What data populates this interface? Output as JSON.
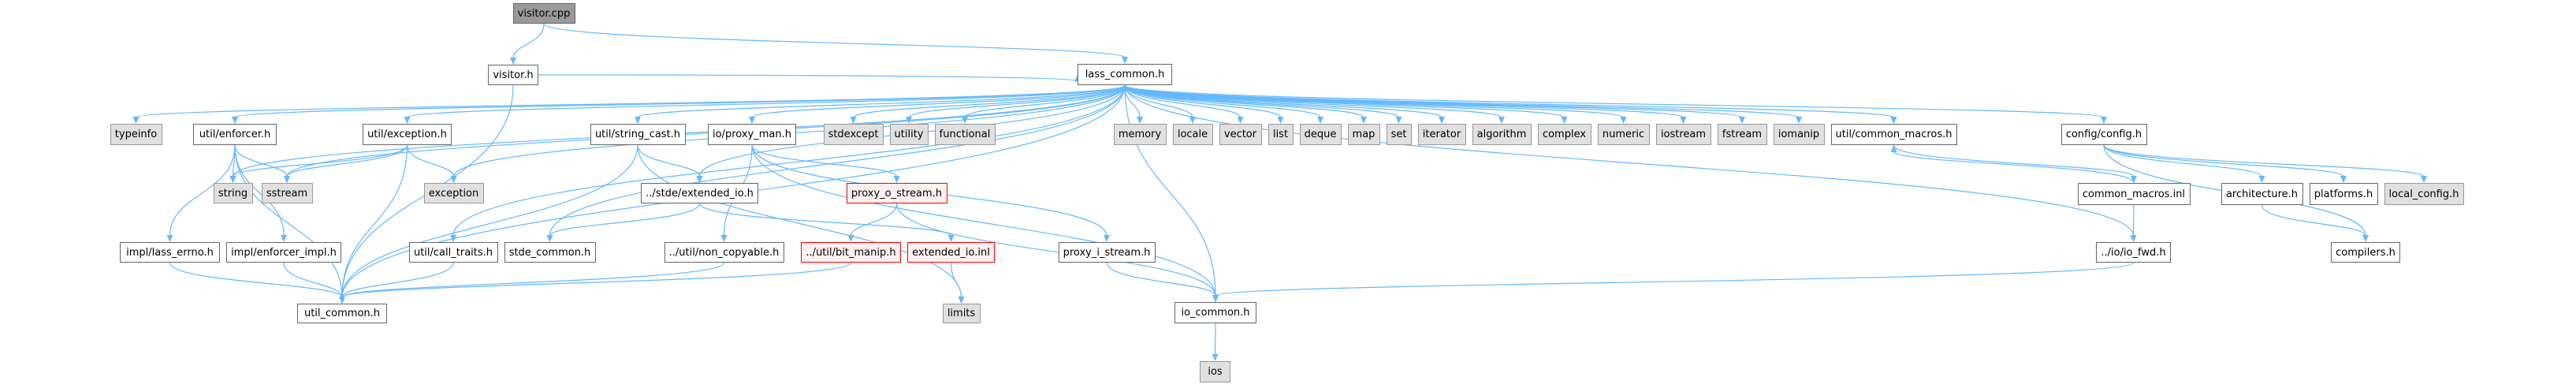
{
  "title": "visitor.cpp include dependency graph",
  "colors": {
    "edge": "#63b8ff",
    "root_fill": "#999999",
    "system_fill": "#e0e0e0",
    "truncated_border": "#ff0000",
    "truncated_fill": "#fff0f0"
  },
  "nodes": {
    "visitor_cpp": {
      "label": "visitor.cpp",
      "kind": "root"
    },
    "visitor_h": {
      "label": "visitor.h",
      "kind": "file"
    },
    "lass_common_h": {
      "label": "lass_common.h",
      "kind": "file"
    },
    "typeinfo": {
      "label": "typeinfo",
      "kind": "system"
    },
    "util_enforcer_h": {
      "label": "util/enforcer.h",
      "kind": "file"
    },
    "util_exception_h": {
      "label": "util/exception.h",
      "kind": "file"
    },
    "util_string_cast_h": {
      "label": "util/string_cast.h",
      "kind": "file"
    },
    "io_proxy_man_h": {
      "label": "io/proxy_man.h",
      "kind": "file"
    },
    "stdexcept": {
      "label": "stdexcept",
      "kind": "system"
    },
    "utility": {
      "label": "utility",
      "kind": "system"
    },
    "functional": {
      "label": "functional",
      "kind": "system"
    },
    "memory": {
      "label": "memory",
      "kind": "system"
    },
    "locale": {
      "label": "locale",
      "kind": "system"
    },
    "vector": {
      "label": "vector",
      "kind": "system"
    },
    "list": {
      "label": "list",
      "kind": "system"
    },
    "deque": {
      "label": "deque",
      "kind": "system"
    },
    "map": {
      "label": "map",
      "kind": "system"
    },
    "set": {
      "label": "set",
      "kind": "system"
    },
    "iterator": {
      "label": "iterator",
      "kind": "system"
    },
    "algorithm": {
      "label": "algorithm",
      "kind": "system"
    },
    "complex": {
      "label": "complex",
      "kind": "system"
    },
    "numeric": {
      "label": "numeric",
      "kind": "system"
    },
    "iostream": {
      "label": "iostream",
      "kind": "system"
    },
    "fstream": {
      "label": "fstream",
      "kind": "system"
    },
    "iomanip": {
      "label": "iomanip",
      "kind": "system"
    },
    "util_common_macros_h": {
      "label": "util/common_macros.h",
      "kind": "file"
    },
    "config_config_h": {
      "label": "config/config.h",
      "kind": "file"
    },
    "string": {
      "label": "string",
      "kind": "system"
    },
    "sstream": {
      "label": "sstream",
      "kind": "system"
    },
    "exception": {
      "label": "exception",
      "kind": "system"
    },
    "stde_extended_io_h": {
      "label": "../stde/extended_io.h",
      "kind": "file"
    },
    "proxy_o_stream_h": {
      "label": "proxy_o_stream.h",
      "kind": "truncated"
    },
    "common_macros_inl": {
      "label": "common_macros.inl",
      "kind": "file"
    },
    "architecture_h": {
      "label": "architecture.h",
      "kind": "file"
    },
    "platforms_h": {
      "label": "platforms.h",
      "kind": "file"
    },
    "local_config_h": {
      "label": "local_config.h",
      "kind": "system"
    },
    "impl_lass_errno_h": {
      "label": "impl/lass_errno.h",
      "kind": "file"
    },
    "impl_enforcer_impl_h": {
      "label": "impl/enforcer_impl.h",
      "kind": "file"
    },
    "util_call_traits_h": {
      "label": "util/call_traits.h",
      "kind": "file"
    },
    "stde_common_h": {
      "label": "stde_common.h",
      "kind": "file"
    },
    "util_non_copyable_h": {
      "label": "../util/non_copyable.h",
      "kind": "file"
    },
    "util_bit_manip_h": {
      "label": "../util/bit_manip.h",
      "kind": "truncated"
    },
    "extended_io_inl": {
      "label": "extended_io.inl",
      "kind": "truncated"
    },
    "proxy_i_stream_h": {
      "label": "proxy_i_stream.h",
      "kind": "file"
    },
    "io_io_fwd_h": {
      "label": "../io/io_fwd.h",
      "kind": "file"
    },
    "compilers_h": {
      "label": "compilers.h",
      "kind": "file"
    },
    "util_common_h": {
      "label": "util_common.h",
      "kind": "file"
    },
    "limits": {
      "label": "limits",
      "kind": "system"
    },
    "io_common_h": {
      "label": "io_common.h",
      "kind": "file"
    },
    "ios": {
      "label": "ios",
      "kind": "system"
    }
  },
  "edges": [
    [
      "visitor_cpp",
      "visitor_h"
    ],
    [
      "visitor_cpp",
      "lass_common_h"
    ],
    [
      "visitor_h",
      "lass_common_h"
    ],
    [
      "visitor_h",
      "util_common_h"
    ],
    [
      "lass_common_h",
      "typeinfo"
    ],
    [
      "lass_common_h",
      "util_enforcer_h"
    ],
    [
      "lass_common_h",
      "util_exception_h"
    ],
    [
      "lass_common_h",
      "util_string_cast_h"
    ],
    [
      "lass_common_h",
      "io_proxy_man_h"
    ],
    [
      "lass_common_h",
      "stdexcept"
    ],
    [
      "lass_common_h",
      "utility"
    ],
    [
      "lass_common_h",
      "functional"
    ],
    [
      "lass_common_h",
      "memory"
    ],
    [
      "lass_common_h",
      "locale"
    ],
    [
      "lass_common_h",
      "vector"
    ],
    [
      "lass_common_h",
      "list"
    ],
    [
      "lass_common_h",
      "deque"
    ],
    [
      "lass_common_h",
      "map"
    ],
    [
      "lass_common_h",
      "set"
    ],
    [
      "lass_common_h",
      "iterator"
    ],
    [
      "lass_common_h",
      "algorithm"
    ],
    [
      "lass_common_h",
      "complex"
    ],
    [
      "lass_common_h",
      "numeric"
    ],
    [
      "lass_common_h",
      "iostream"
    ],
    [
      "lass_common_h",
      "fstream"
    ],
    [
      "lass_common_h",
      "iomanip"
    ],
    [
      "lass_common_h",
      "util_common_macros_h"
    ],
    [
      "lass_common_h",
      "config_config_h"
    ],
    [
      "lass_common_h",
      "string"
    ],
    [
      "lass_common_h",
      "sstream"
    ],
    [
      "lass_common_h",
      "exception"
    ],
    [
      "lass_common_h",
      "stde_extended_io_h"
    ],
    [
      "lass_common_h",
      "util_call_traits_h"
    ],
    [
      "lass_common_h",
      "stde_common_h"
    ],
    [
      "lass_common_h",
      "io_io_fwd_h"
    ],
    [
      "lass_common_h",
      "util_common_h"
    ],
    [
      "lass_common_h",
      "io_common_h"
    ],
    [
      "util_enforcer_h",
      "string"
    ],
    [
      "util_enforcer_h",
      "sstream"
    ],
    [
      "util_enforcer_h",
      "impl_lass_errno_h"
    ],
    [
      "util_enforcer_h",
      "impl_enforcer_impl_h"
    ],
    [
      "util_enforcer_h",
      "util_common_h"
    ],
    [
      "util_exception_h",
      "string"
    ],
    [
      "util_exception_h",
      "sstream"
    ],
    [
      "util_exception_h",
      "exception"
    ],
    [
      "util_exception_h",
      "util_common_h"
    ],
    [
      "util_string_cast_h",
      "stde_extended_io_h"
    ],
    [
      "util_string_cast_h",
      "limits"
    ],
    [
      "util_string_cast_h",
      "util_common_h"
    ],
    [
      "io_proxy_man_h",
      "proxy_o_stream_h"
    ],
    [
      "io_proxy_man_h",
      "proxy_i_stream_h"
    ],
    [
      "io_proxy_man_h",
      "util_non_copyable_h"
    ],
    [
      "io_proxy_man_h",
      "io_common_h"
    ],
    [
      "stde_extended_io_h",
      "stde_common_h"
    ],
    [
      "stde_extended_io_h",
      "extended_io_inl"
    ],
    [
      "proxy_o_stream_h",
      "util_bit_manip_h"
    ],
    [
      "proxy_o_stream_h",
      "io_common_h"
    ],
    [
      "util_common_macros_h",
      "common_macros_inl"
    ],
    [
      "common_macros_inl",
      "util_common_macros_h"
    ],
    [
      "common_macros_inl",
      "io_io_fwd_h"
    ],
    [
      "config_config_h",
      "architecture_h"
    ],
    [
      "config_config_h",
      "platforms_h"
    ],
    [
      "config_config_h",
      "local_config_h"
    ],
    [
      "config_config_h",
      "compilers_h"
    ],
    [
      "architecture_h",
      "compilers_h"
    ],
    [
      "impl_lass_errno_h",
      "util_common_h"
    ],
    [
      "impl_enforcer_impl_h",
      "util_common_h"
    ],
    [
      "util_call_traits_h",
      "util_common_h"
    ],
    [
      "util_non_copyable_h",
      "util_common_h"
    ],
    [
      "util_bit_manip_h",
      "util_common_h"
    ],
    [
      "extended_io_inl",
      "limits"
    ],
    [
      "proxy_i_stream_h",
      "io_common_h"
    ],
    [
      "io_io_fwd_h",
      "io_common_h"
    ],
    [
      "io_common_h",
      "ios"
    ]
  ]
}
